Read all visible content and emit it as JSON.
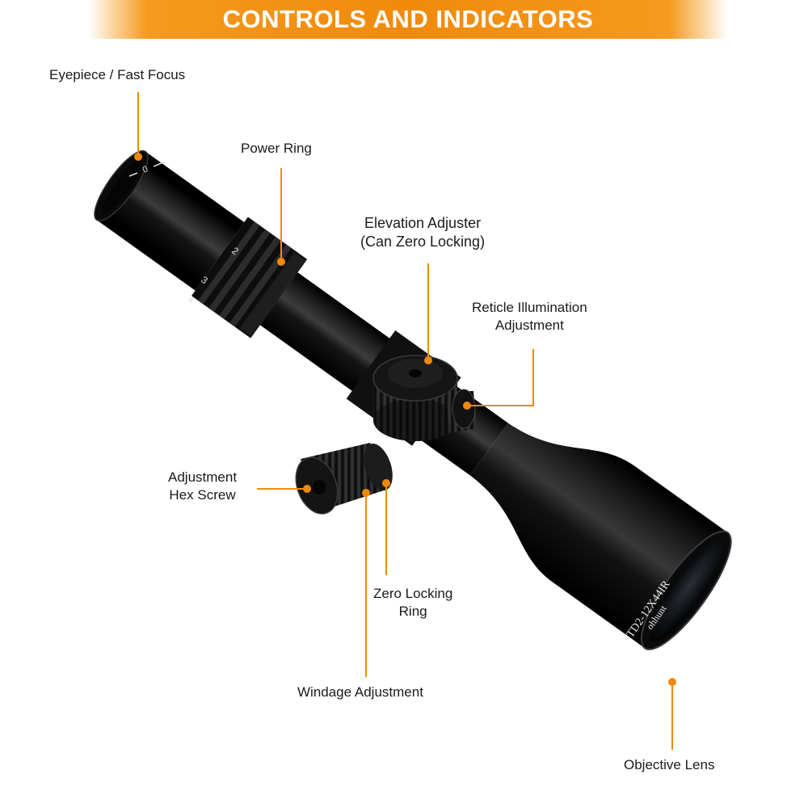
{
  "banner": {
    "title": "CONTROLS AND INDICATORS"
  },
  "colors": {
    "accent": "#f08a0c",
    "scope_body": "#0d0d0d",
    "text": "#1a1a1a"
  },
  "labels": {
    "eyepiece": "Eyepiece /  Fast Focus",
    "power_ring": "Power Ring",
    "elevation_1": "Elevation Adjuster",
    "elevation_2": "(Can Zero Locking)",
    "reticle_1": "Reticle Illumination",
    "reticle_2": "Adjustment",
    "hex_1": "Adjustment",
    "hex_2": "Hex Screw",
    "zero_1": "Zero Locking",
    "zero_2": "Ring",
    "windage": "Windage  Adjustment",
    "objective": "Objective Lens"
  },
  "scope_marks": {
    "model": "TD2-12X44IR",
    "brand": "ohhunt",
    "power_2": "2",
    "power_3": "3",
    "power_4": "4",
    "focus_zero": "0"
  }
}
